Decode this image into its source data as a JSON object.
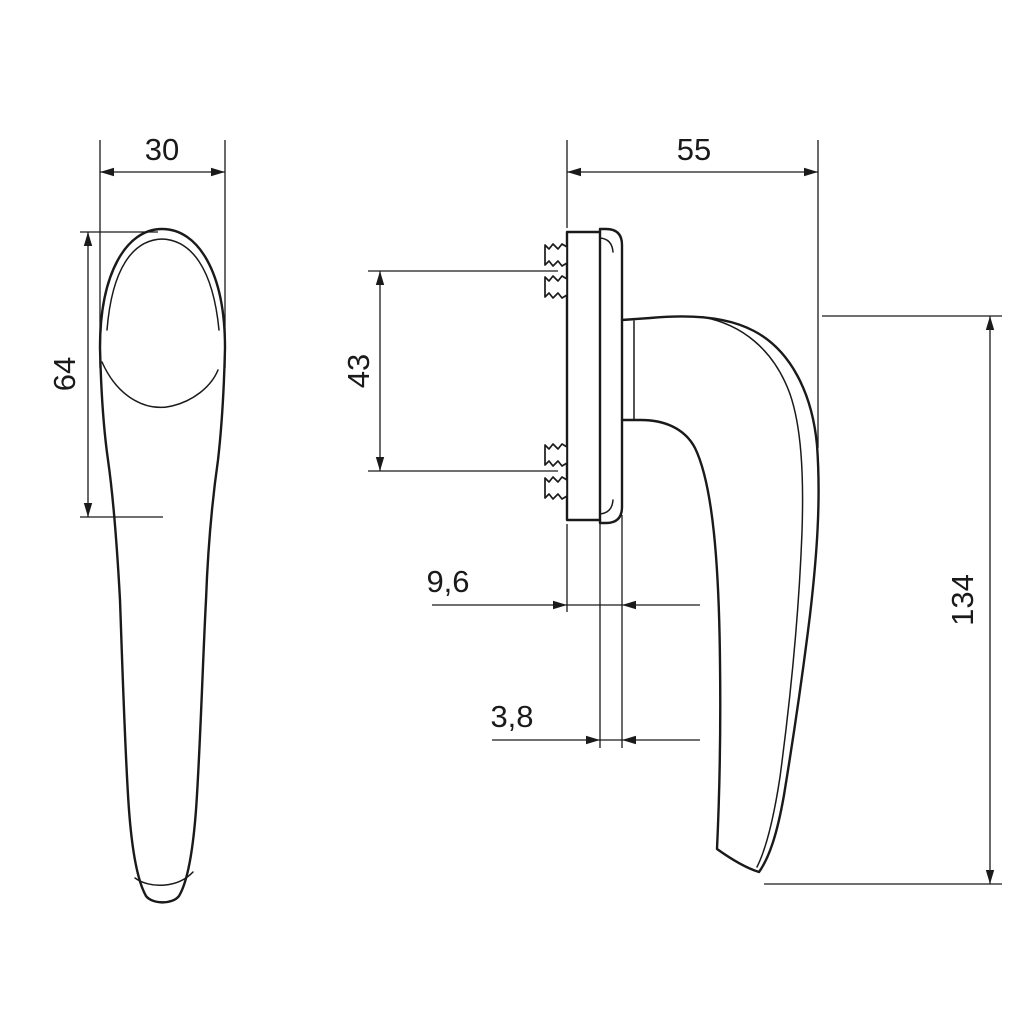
{
  "colors": {
    "line": "#1a1a1a",
    "background": "#ffffff"
  },
  "drawing": {
    "type": "technical-dimension-drawing",
    "subject": "window-handle",
    "views": [
      "front-view",
      "side-view"
    ]
  },
  "dimensions": {
    "front_width": "30",
    "front_height": "64",
    "side_depth": "55",
    "screw_spacing": "43",
    "base_offset": "9,6",
    "plate_thickness": "3,8",
    "handle_length": "134"
  }
}
